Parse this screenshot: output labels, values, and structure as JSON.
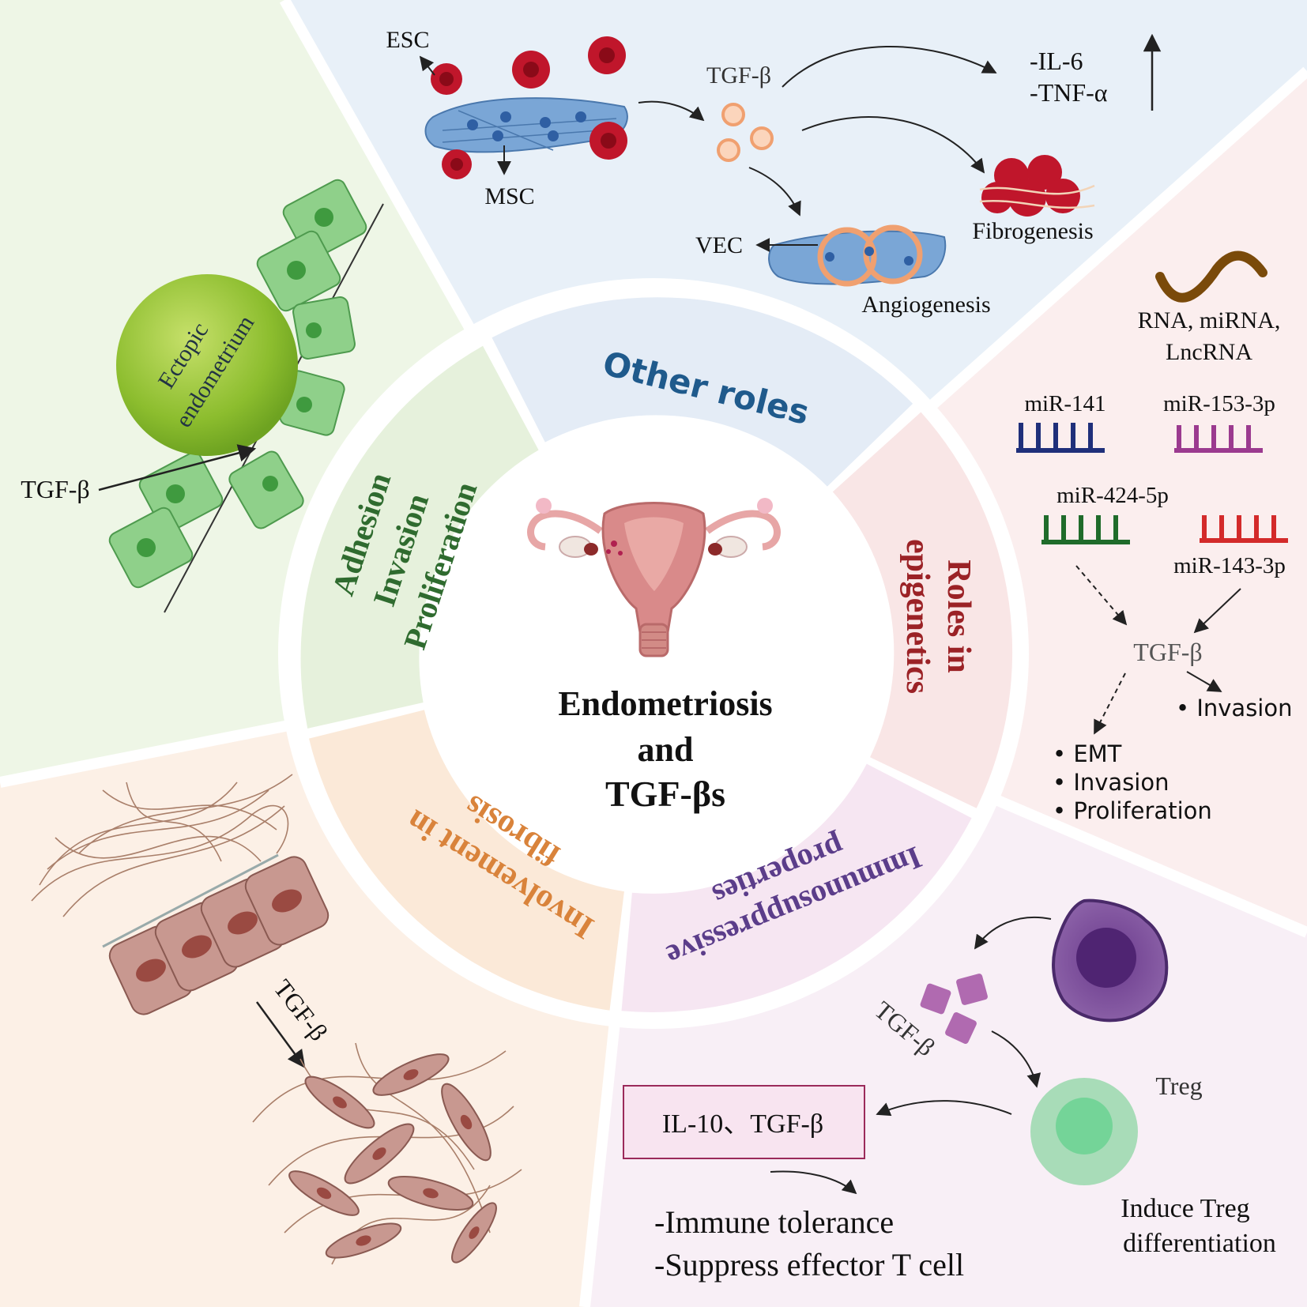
{
  "center": {
    "title_line1": "Endometriosis",
    "title_line2": "and",
    "title_line3": "TGF-βs"
  },
  "ring_labels": {
    "other_roles": "Other roles",
    "epigenetics_line1": "Roles in",
    "epigenetics_line2": "epigenetics",
    "immuno_line1": "Immunosuppressive",
    "immuno_line2": "properties",
    "fibrosis_line1": "Involvement in",
    "fibrosis_line2": "fibrosis",
    "adhesion": "Adhesion",
    "invasion": "Invasion",
    "proliferation": "Proliferation"
  },
  "other_roles_panel": {
    "esc": "ESC",
    "msc": "MSC",
    "tgf": "TGF-β",
    "il6": "-IL-6",
    "tnf": "-TNF-α",
    "fibrogenesis": "Fibrogenesis",
    "vec": "VEC",
    "angiogenesis": "Angiogenesis"
  },
  "epigenetics_panel": {
    "rna_line1": "RNA, miRNA,",
    "rna_line2": "LncRNA",
    "mir141": "miR-141",
    "mir153": "miR-153-3p",
    "mir424": "miR-424-5p",
    "mir143": "miR-143-3p",
    "tgf": "TGF-β",
    "invasion_right": "Invasion",
    "emt": "EMT",
    "invasion": "Invasion",
    "proliferation": "Proliferation"
  },
  "adhesion_panel": {
    "ectopic_line1": "Ectopic",
    "ectopic_line2": "endometrium",
    "tgf": "TGF-β"
  },
  "fibrosis_panel": {
    "tgf": "TGF-β"
  },
  "immuno_panel": {
    "tgf": "TGF-β",
    "treg": "Treg",
    "box": "IL-10、TGF-β",
    "induce_line1": "Induce Treg",
    "induce_line2": "differentiation",
    "tolerance": "-Immune tolerance",
    "suppress": "-Suppress effector T cell"
  },
  "colors": {
    "other_roles": "#1f5a8c",
    "epigenetics": "#9b2226",
    "immuno": "#5b3d8a",
    "fibrosis": "#d9833b",
    "adhesion": "#2f6b2f"
  },
  "icons": [
    "uterus-icon",
    "esc-cell-icon",
    "msc-cells-icon",
    "fibrogenesis-icon",
    "vec-cells-icon",
    "rna-strand-icon",
    "mirna-comb-icon",
    "ectopic-endometrium-icon",
    "epithelium-cells-icon",
    "fibroblast-icon",
    "macrophage-icon",
    "treg-cell-icon"
  ]
}
